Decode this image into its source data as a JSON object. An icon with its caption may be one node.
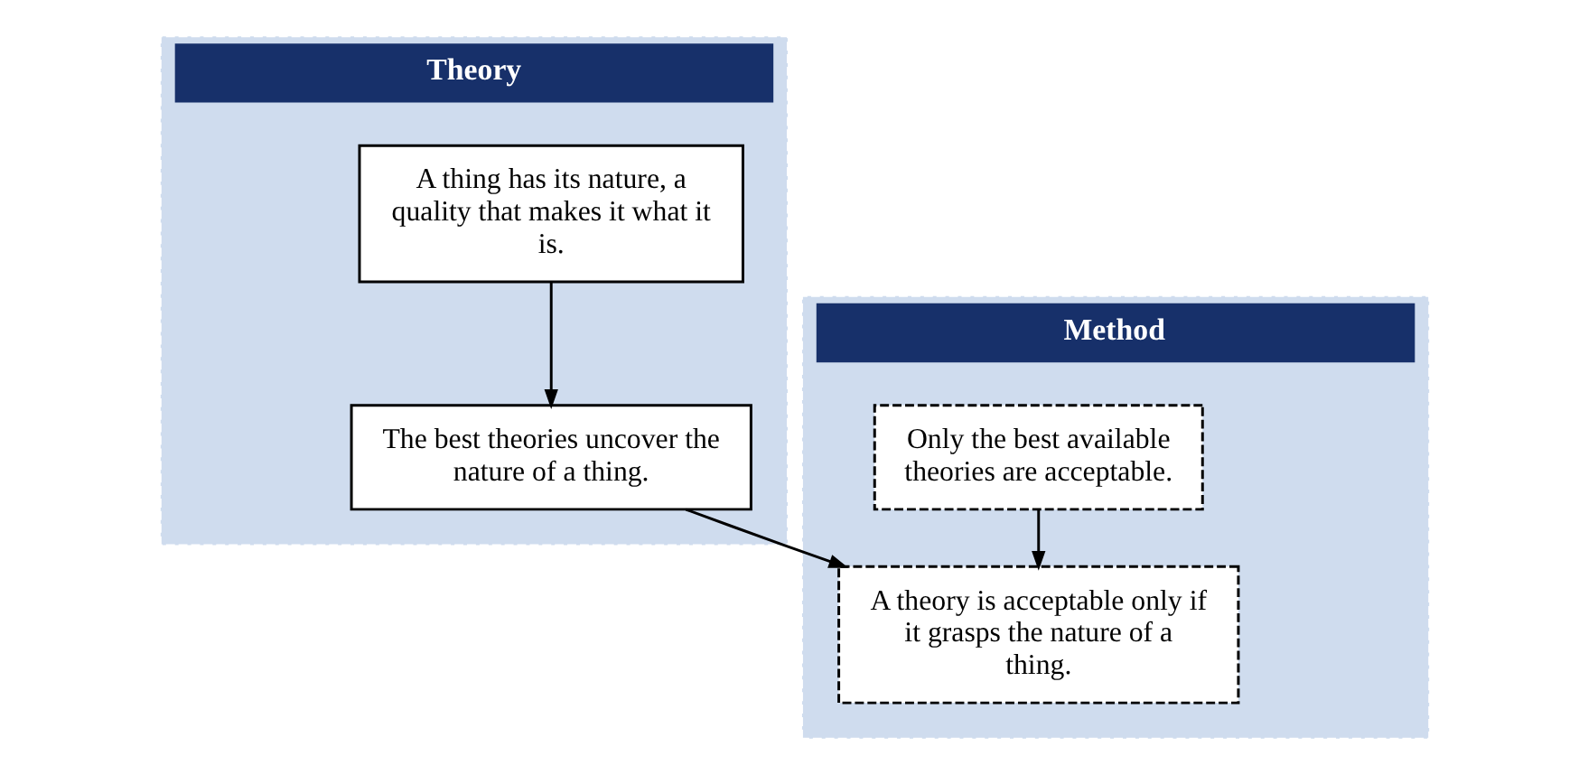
{
  "diagram": {
    "nodes": [
      {
        "text": [
          "Theory"
        ]
      },
      {
        "text": [
          "A thing has its nature, a quality that makes it what it is."
        ],
        "in": 0
      },
      {
        "text": [
          "The best theories uncover the nature of a thing."
        ],
        "in": 0
      },
      {
        "text": [
          "Method"
        ]
      },
      {
        "text": [
          "Only the best available theories are acceptable."
        ],
        "in": 3
      },
      {
        "text": [
          "A theory is acceptable only if it grasps the nature of a thing."
        ],
        "in": 3
      }
    ],
    "edges": [
      {
        "from": 1,
        "to": 2,
        "arrow": "to"
      },
      {
        "from": 2,
        "to": 5,
        "arrow": "to"
      },
      {
        "from": 4,
        "to": 5,
        "arrow": "to"
      }
    ]
  }
}
